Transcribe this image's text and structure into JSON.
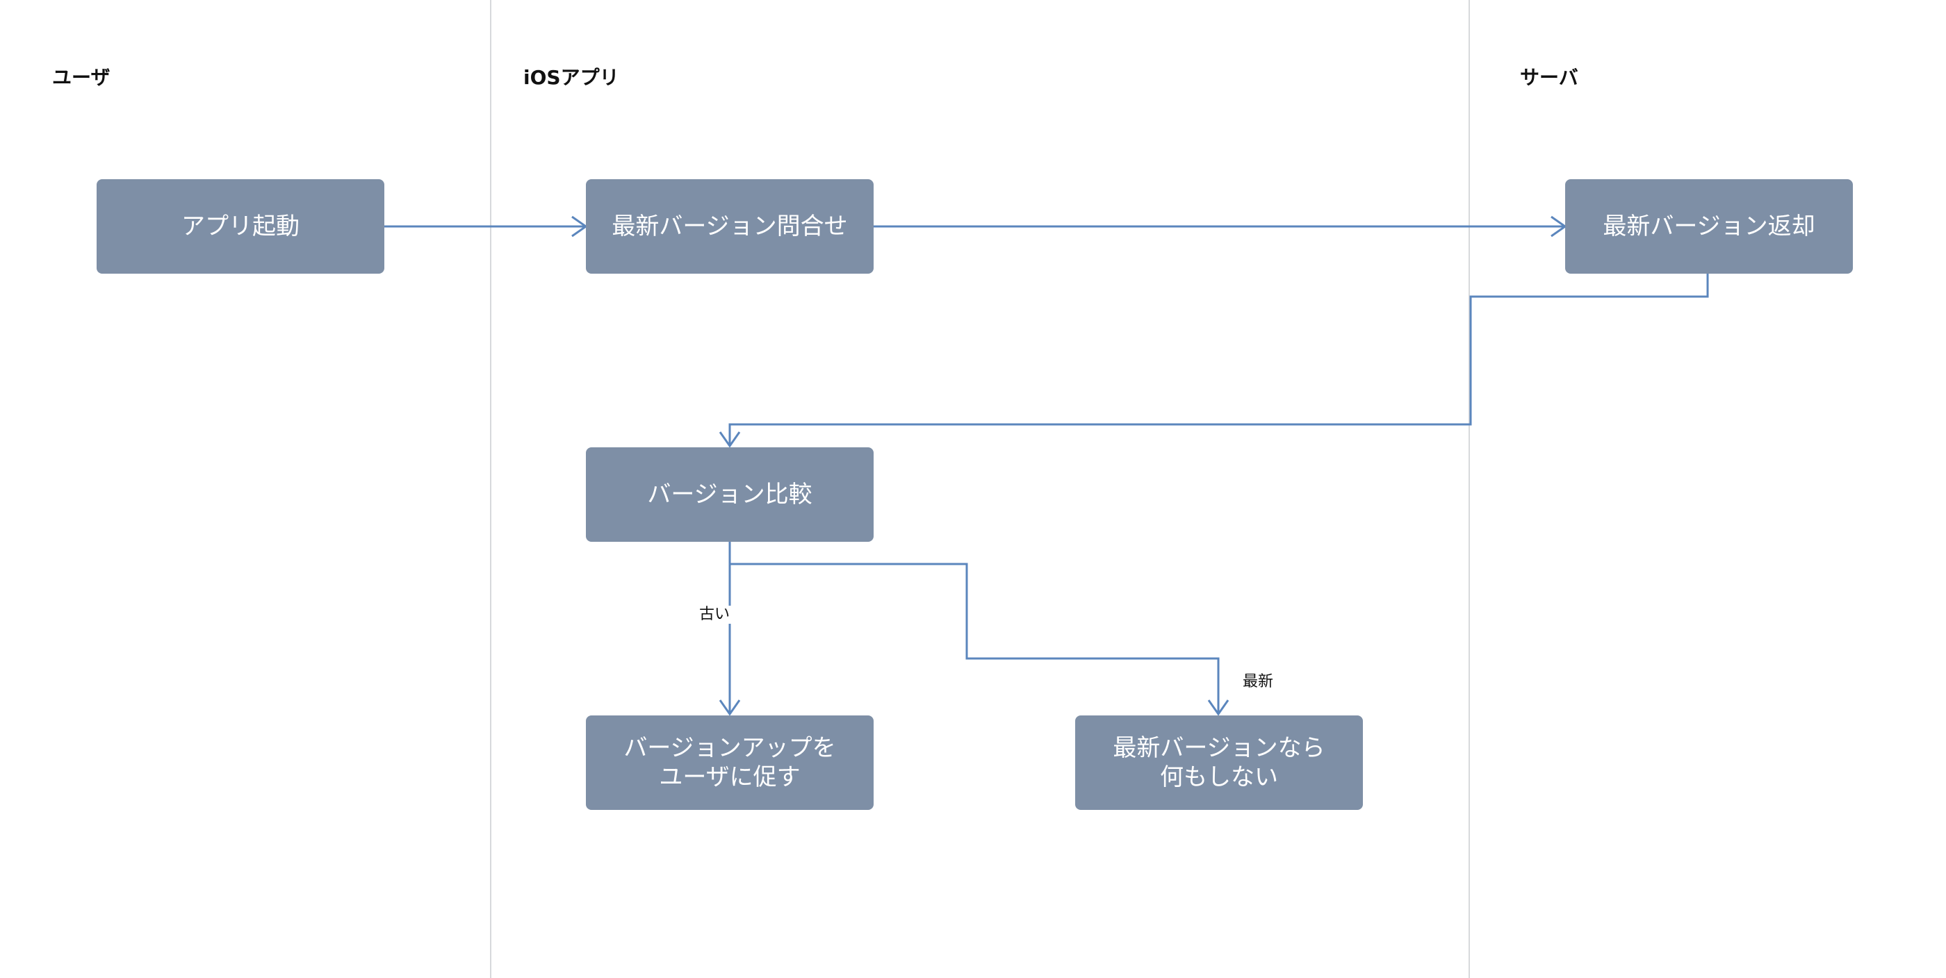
{
  "lanes": {
    "user": "ユーザ",
    "ios_app": "iOSアプリ",
    "server": "サーバ"
  },
  "nodes": {
    "launch_app": "アプリ起動",
    "query_latest": "最新バージョン問合せ",
    "return_latest": "最新バージョン返却",
    "compare_version": "バージョン比較",
    "prompt_update": "バージョンアップを\nユーザに促す",
    "do_nothing": "最新バージョンなら\n何もしない"
  },
  "edge_labels": {
    "old": "古い",
    "latest": "最新"
  },
  "colors": {
    "node_fill": "#7e8fa6",
    "edge_stroke": "#5b86bd",
    "lane_divider": "#d7d9dc"
  }
}
